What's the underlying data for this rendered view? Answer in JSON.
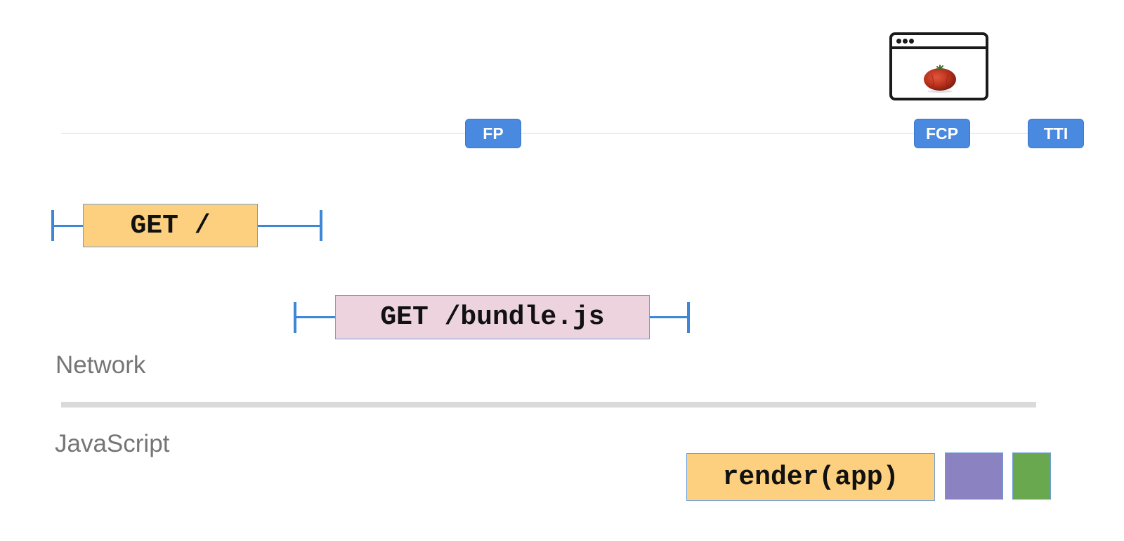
{
  "timeline": {
    "milestones": [
      {
        "label": "FP"
      },
      {
        "label": "FCP"
      },
      {
        "label": "TTI"
      }
    ],
    "screenshot_icon": "browser-window-with-tomato-icon"
  },
  "network": {
    "label": "Network",
    "requests": [
      {
        "label": "GET /"
      },
      {
        "label": "GET /bundle.js"
      }
    ]
  },
  "javascript": {
    "label": "JavaScript",
    "tasks": [
      {
        "label": "render(app)"
      }
    ]
  },
  "colors": {
    "milestone": "#4a89e0",
    "whisker": "#3d86d8",
    "request_document": "#fdd07f",
    "request_bundle": "#ecd3de",
    "task_render": "#fdd07f",
    "task_purple": "#8b82c2",
    "task_green": "#69a84f"
  }
}
